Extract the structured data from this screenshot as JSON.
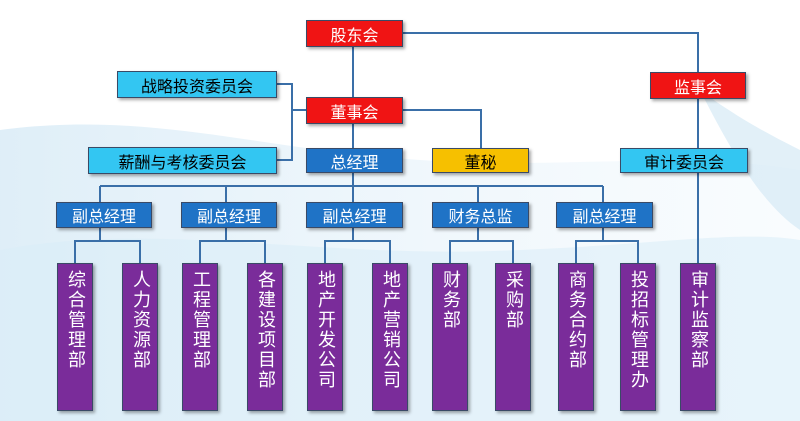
{
  "colors": {
    "red": "#f01414",
    "cyan": "#33c6f2",
    "blue": "#1f73c6",
    "gold": "#f6c000",
    "purple": "#7a2c9a",
    "line": "#3a6fa8"
  },
  "chart": {
    "shareholders": "股东会",
    "strategy_committee": "战略投资委员会",
    "compensation_committee": "薪酬与考核委员会",
    "board": "董事会",
    "supervisors": "监事会",
    "general_manager": "总经理",
    "secretary": "董秘",
    "audit_committee": "审计委员会",
    "vp_1": "副总经理",
    "vp_2": "副总经理",
    "vp_3": "副总经理",
    "cfo": "财务总监",
    "vp_4": "副总经理",
    "dept_general_mgmt": "综合管理部",
    "dept_hr": "人力资源部",
    "dept_engineering": "工程管理部",
    "dept_projects": "各建设项目部",
    "dept_realestate_dev": "地产开发公司",
    "dept_realestate_mkt": "地产营销公司",
    "dept_finance": "财务部",
    "dept_purchasing": "采购部",
    "dept_contracts": "商务合约部",
    "dept_bidding": "投招标管理办",
    "dept_audit": "审计监察部"
  }
}
